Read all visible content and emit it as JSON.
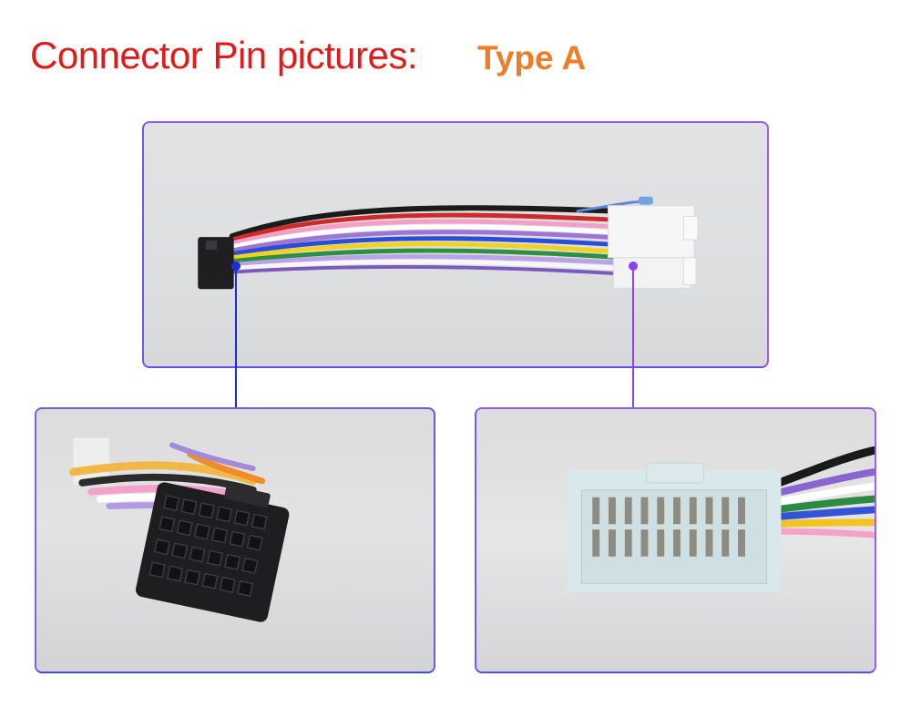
{
  "header": {
    "title": "Connector Pin pictures:",
    "subtitle": "Type A"
  },
  "colors": {
    "title": "#e11b1b",
    "subtitle": "#ee7d2a",
    "frame_border": "#7e5cf0",
    "callout_left": "#1f2bd8",
    "callout_right": "#8e3ff2"
  },
  "panels": [
    {
      "name": "harness-overview-photo"
    },
    {
      "name": "black-connector-closeup-photo"
    },
    {
      "name": "white-connector-closeup-photo"
    }
  ]
}
